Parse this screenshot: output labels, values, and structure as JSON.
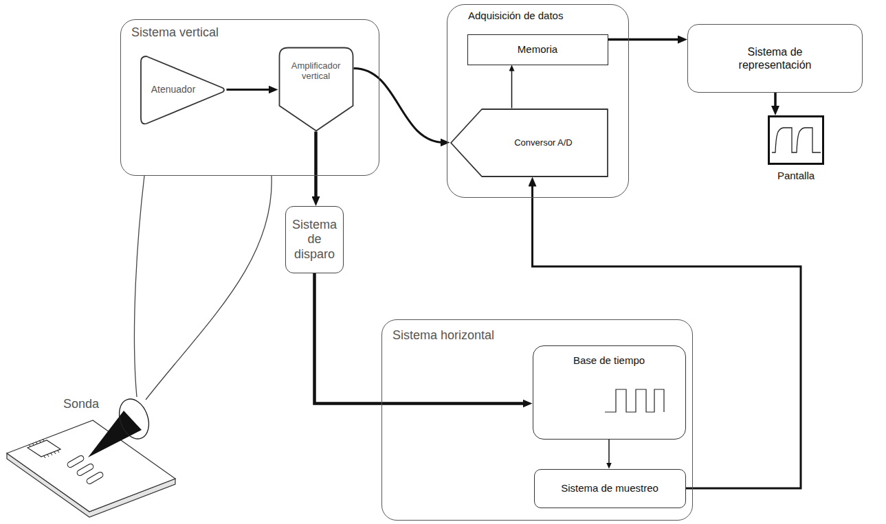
{
  "diagram": {
    "nodes": [
      {
        "text": [
          "Sistema vertical"
        ]
      },
      {
        "text": [
          "Atenuador"
        ],
        "in": 0
      },
      {
        "text": [
          "Amplificador vertical"
        ],
        "in": 0
      },
      {
        "text": [
          "Adquisición de datos"
        ]
      },
      {
        "text": [
          "Memoria"
        ],
        "in": 3
      },
      {
        "text": [
          "Conversor A/D"
        ],
        "in": 3
      },
      {
        "text": [
          "Sistema de representación"
        ]
      },
      {
        "text": [
          "Pantalla"
        ]
      },
      {
        "text": [
          "Sistema de disparo"
        ]
      },
      {
        "text": [
          "Sistema horizontal"
        ]
      },
      {
        "text": [
          "Base de tiempo"
        ],
        "in": 9
      },
      {
        "text": [
          "Sistema de muestreo"
        ],
        "in": 9
      }
    ],
    "edges": [
      {
        "from": 1,
        "to": 2,
        "arrow": "to"
      },
      {
        "from": 2,
        "to": 5,
        "arrow": "to"
      },
      {
        "from": 2,
        "to": 8,
        "arrow": "to"
      },
      {
        "from": 8,
        "to": 10,
        "arrow": "to"
      },
      {
        "from": 5,
        "to": 4,
        "arrow": "to"
      },
      {
        "from": 4,
        "to": 6,
        "arrow": "to"
      },
      {
        "from": 6,
        "to": 7,
        "arrow": "to"
      },
      {
        "from": 10,
        "to": 11,
        "arrow": "to"
      },
      {
        "from": 11,
        "to": 5,
        "arrow": "to"
      }
    ],
    "labels": [
      "Sonda"
    ]
  }
}
